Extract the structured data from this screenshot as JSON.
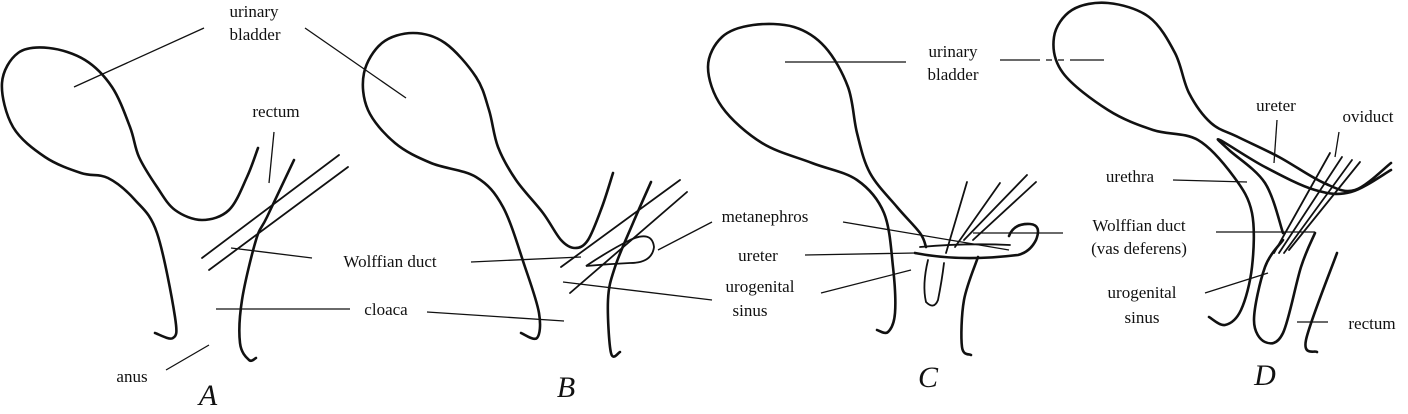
{
  "figure": {
    "panels": [
      "A",
      "B",
      "C",
      "D"
    ],
    "labels_ab": {
      "urinary": "urinary",
      "bladder": "bladder",
      "rectum": "rectum",
      "wolffian_duct": "Wolffian duct",
      "cloaca": "cloaca",
      "anus": "anus"
    },
    "labels_bc": {
      "metanephros": "metanephros",
      "ureter": "ureter",
      "urogenital": "urogenital",
      "sinus": "sinus"
    },
    "labels_cd": {
      "urinary": "urinary",
      "bladder": "bladder",
      "wolffian_duct": "Wolffian duct",
      "vas_deferens": "(vas deferens)"
    },
    "labels_d": {
      "ureter": "ureter",
      "oviduct": "oviduct",
      "urethra": "urethra",
      "urogenital": "urogenital",
      "sinus": "sinus",
      "rectum": "rectum"
    }
  }
}
